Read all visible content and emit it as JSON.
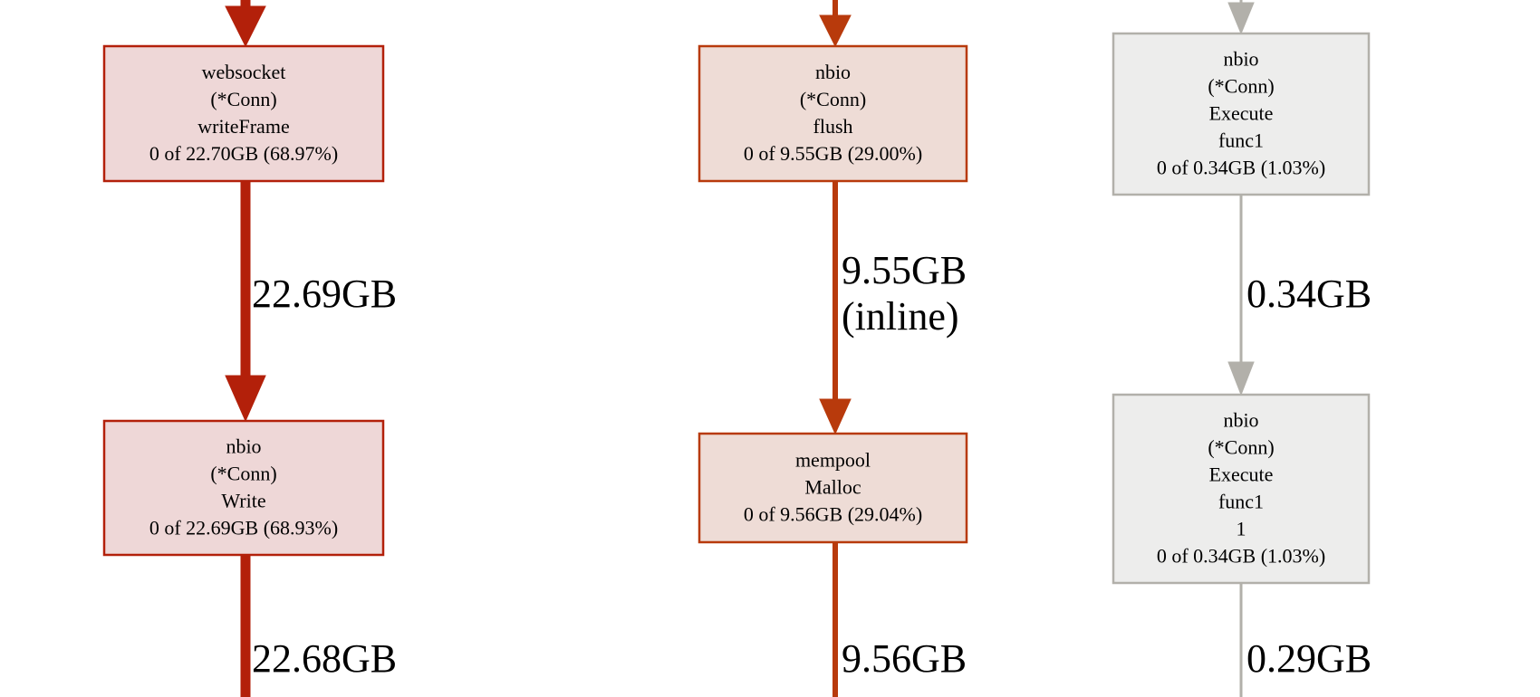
{
  "colors": {
    "red_stroke": "#b3200a",
    "red_fill": "#eed7d7",
    "orange_stroke": "#b83a0c",
    "orange_fill": "#eedcd6",
    "gray_stroke": "#b2b0aa",
    "gray_fill": "#ededec"
  },
  "nodes": [
    {
      "id": "n1",
      "theme": "red",
      "lines": [
        "websocket",
        "(*Conn)",
        "writeFrame",
        "0 of 22.70GB (68.97%)"
      ]
    },
    {
      "id": "n2",
      "theme": "red",
      "lines": [
        "nbio",
        "(*Conn)",
        "Write",
        "0 of 22.69GB (68.93%)"
      ]
    },
    {
      "id": "n3",
      "theme": "orange",
      "lines": [
        "nbio",
        "(*Conn)",
        "flush",
        "0 of 9.55GB (29.00%)"
      ]
    },
    {
      "id": "n4",
      "theme": "orange",
      "lines": [
        "mempool",
        "Malloc",
        "0 of 9.56GB (29.04%)"
      ]
    },
    {
      "id": "n5",
      "theme": "gray",
      "lines": [
        "nbio",
        "(*Conn)",
        "Execute",
        "func1",
        "0 of 0.34GB (1.03%)"
      ]
    },
    {
      "id": "n6",
      "theme": "gray",
      "lines": [
        "nbio",
        "(*Conn)",
        "Execute",
        "func1",
        "1",
        "0 of 0.34GB (1.03%)"
      ]
    }
  ],
  "edges": [
    {
      "id": "e0",
      "theme": "red",
      "label": []
    },
    {
      "id": "e1",
      "theme": "red",
      "label": [
        "22.69GB"
      ]
    },
    {
      "id": "e2",
      "theme": "red",
      "label": [
        "22.68GB"
      ]
    },
    {
      "id": "e3",
      "theme": "orange",
      "label": []
    },
    {
      "id": "e4",
      "theme": "orange",
      "label": [
        "9.55GB",
        "(inline)"
      ]
    },
    {
      "id": "e5",
      "theme": "orange",
      "label": [
        "9.56GB"
      ]
    },
    {
      "id": "e6",
      "theme": "gray",
      "label": []
    },
    {
      "id": "e7",
      "theme": "gray",
      "label": [
        "0.34GB"
      ]
    },
    {
      "id": "e8",
      "theme": "gray",
      "label": [
        "0.29GB"
      ]
    }
  ]
}
